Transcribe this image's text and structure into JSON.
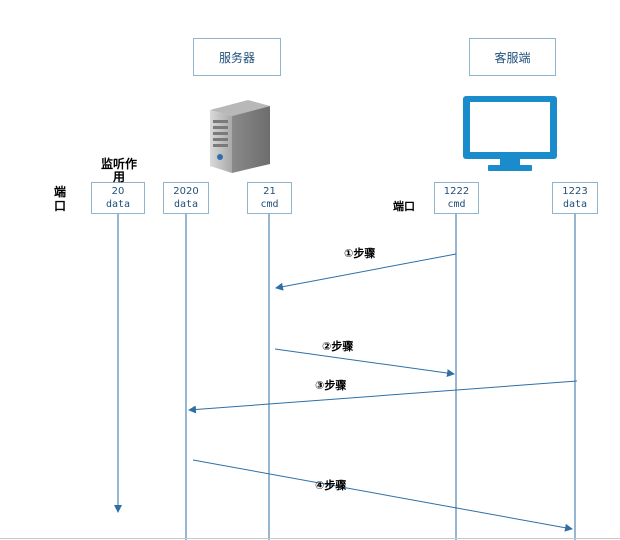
{
  "entities": {
    "server_label": "服务器",
    "client_label": "客服端"
  },
  "labels": {
    "listen": "监听作用",
    "port_left": "端口",
    "port_right": "端口"
  },
  "ports": {
    "p20": {
      "num": "20",
      "kind": "data"
    },
    "p2020": {
      "num": "2020",
      "kind": "data"
    },
    "p21": {
      "num": "21",
      "kind": "cmd"
    },
    "p1222": {
      "num": "1222",
      "kind": "cmd"
    },
    "p1223": {
      "num": "1223",
      "kind": "data"
    }
  },
  "steps": {
    "s1": "①步骤",
    "s2": "②步骤",
    "s3": "③步骤",
    "s4": "④步骤"
  },
  "colors": {
    "line": "#2e6fa7",
    "box_border": "#8fb4cc",
    "monitor": "#1a8ccc"
  },
  "icons": {
    "server": "server-tower-icon",
    "client": "monitor-icon"
  }
}
